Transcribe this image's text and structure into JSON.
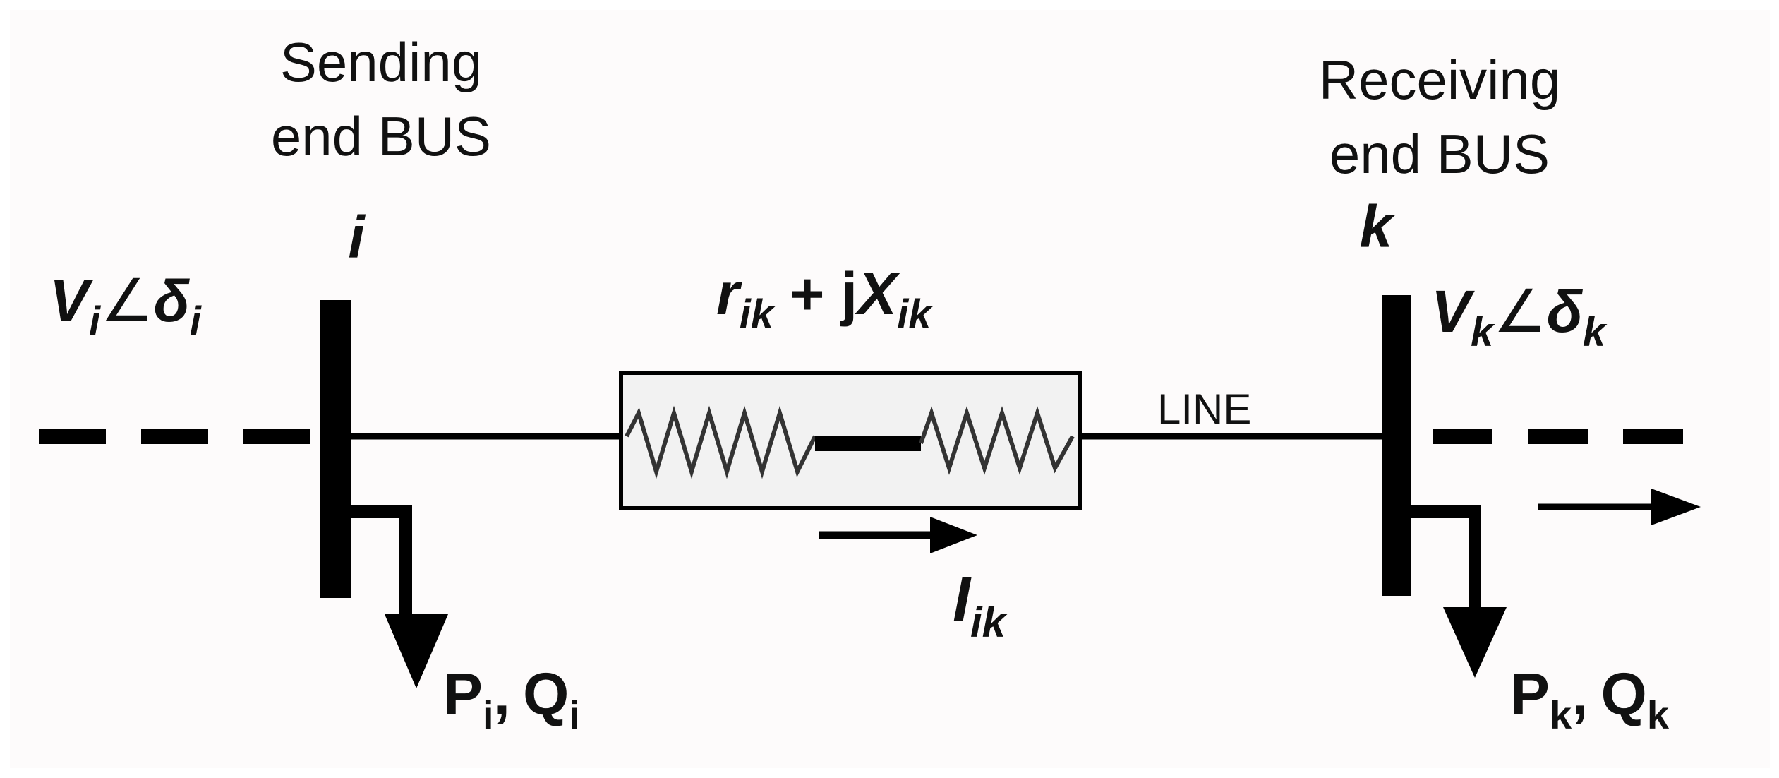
{
  "sending": {
    "title_line1": "Sending",
    "title_line2": "end BUS",
    "bus_index": "i",
    "voltage_symbol": "V",
    "voltage_sub": "i",
    "angle_symbol": "∠",
    "delta_symbol": "δ",
    "delta_sub": "i",
    "power_p": "P",
    "power_p_sub": "i",
    "comma": ",",
    "power_q": "Q",
    "power_q_sub": "i"
  },
  "receiving": {
    "title_line1": "Receiving",
    "title_line2": "end BUS",
    "bus_index": "k",
    "voltage_symbol": "V",
    "voltage_sub": "k",
    "angle_symbol": "∠",
    "delta_symbol": "δ",
    "delta_sub": "k",
    "power_p": "P",
    "power_p_sub": "k",
    "comma": ",",
    "power_q": "Q",
    "power_q_sub": "k"
  },
  "line": {
    "label": "LINE",
    "r_symbol": "r",
    "r_sub": "ik",
    "plus_j": " + j",
    "x_symbol": "X",
    "x_sub": "ik",
    "current_symbol": "I",
    "current_sub": "ik"
  },
  "colors": {
    "stroke": "#000000",
    "box_fill": "#f2f2f2",
    "coil": "#333333"
  }
}
